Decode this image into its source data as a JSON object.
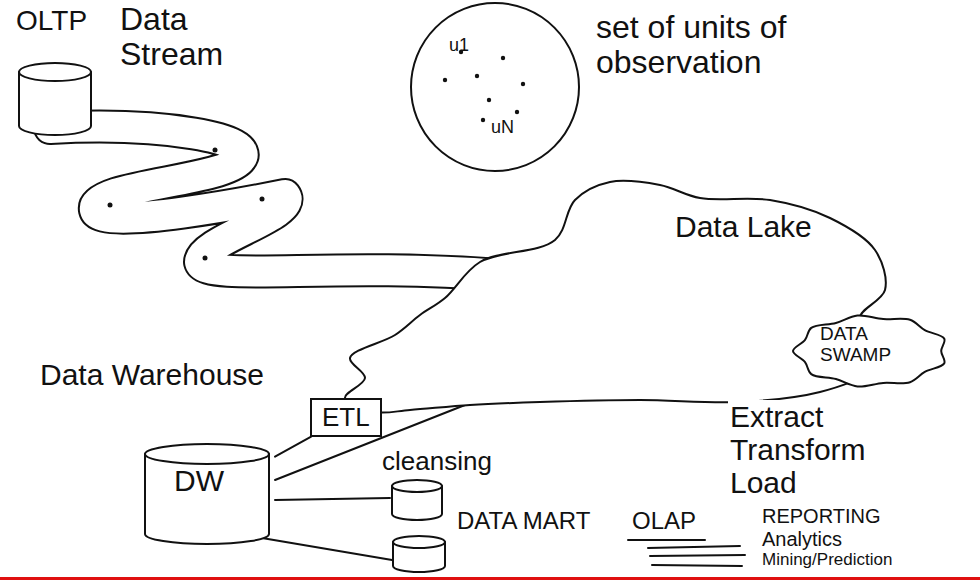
{
  "diagram": {
    "nodes": [
      {
        "text": [
          "OLTP"
        ]
      },
      {
        "text": [
          "u1",
          "uN"
        ]
      },
      {
        "text": [
          "Data Lake"
        ]
      },
      {
        "text": [
          "DATA SWAMP"
        ]
      },
      {
        "text": [
          "ETL"
        ]
      },
      {
        "text": [
          "DW"
        ]
      }
    ],
    "edges": [
      {
        "from": 5,
        "to": 4,
        "arrow": "none"
      }
    ],
    "labels": [
      "Data Stream",
      "set of units of observation",
      "Data Warehouse",
      "cleansing",
      "Extract Transform Load",
      "DATA MART",
      "OLAP",
      "REPORTING",
      "Analytics",
      "Mining/Prediction"
    ]
  }
}
